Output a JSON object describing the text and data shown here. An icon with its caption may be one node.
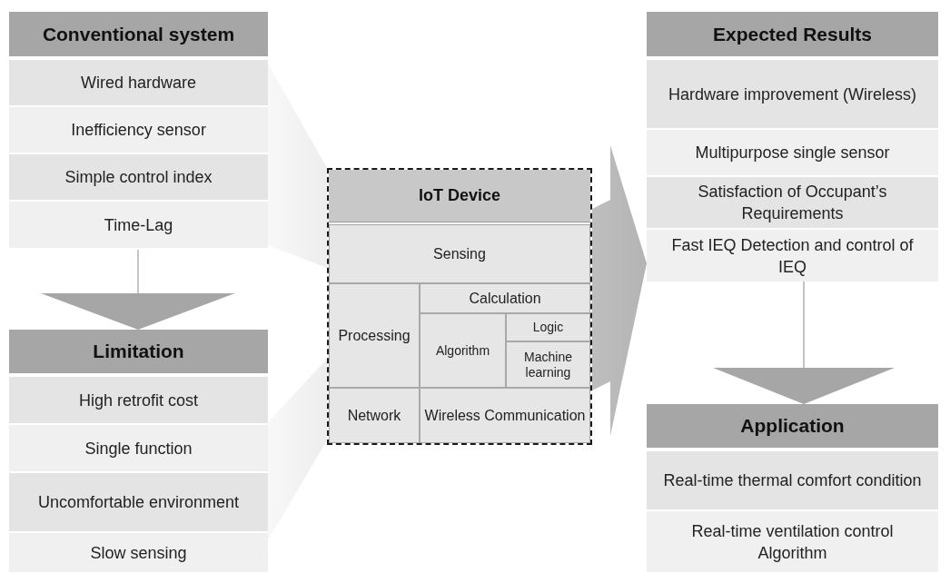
{
  "diagram": {
    "nodes": [
      {
        "text": [
          "Conventional system"
        ]
      },
      {
        "text": [
          "Wired hardware"
        ],
        "in": 0
      },
      {
        "text": [
          "Inefficiency sensor"
        ],
        "in": 0
      },
      {
        "text": [
          "Simple control index"
        ],
        "in": 0
      },
      {
        "text": [
          "Time-Lag"
        ],
        "in": 0
      },
      {
        "text": [
          "Limitation"
        ]
      },
      {
        "text": [
          "High retrofit cost"
        ],
        "in": 5
      },
      {
        "text": [
          "Single function"
        ],
        "in": 5
      },
      {
        "text": [
          "Uncomfortable environment"
        ],
        "in": 5
      },
      {
        "text": [
          "Slow sensing"
        ],
        "in": 5
      },
      {
        "text": [
          "IoT Device"
        ]
      },
      {
        "text": [
          "Sensing"
        ],
        "in": 10
      },
      {
        "text": [
          "Processing"
        ],
        "in": 10
      },
      {
        "text": [
          "Calculation"
        ],
        "in": 10
      },
      {
        "text": [
          "Algorithm"
        ],
        "in": 10
      },
      {
        "text": [
          "Logic"
        ],
        "in": 10
      },
      {
        "text": [
          "Machine learning"
        ],
        "in": 10
      },
      {
        "text": [
          "Network"
        ],
        "in": 10
      },
      {
        "text": [
          "Wireless Communication"
        ],
        "in": 10
      },
      {
        "text": [
          "Expected Results"
        ]
      },
      {
        "text": [
          "Hardware improvement (Wireless)"
        ],
        "in": 19
      },
      {
        "text": [
          "Multipurpose single sensor"
        ],
        "in": 19
      },
      {
        "text": [
          "Satisfaction of Occupant’s Requirements"
        ],
        "in": 19
      },
      {
        "text": [
          "Fast IEQ Detection and control of IEQ"
        ],
        "in": 19
      },
      {
        "text": [
          "Application"
        ]
      },
      {
        "text": [
          "Real-time thermal comfort condition"
        ],
        "in": 24
      },
      {
        "text": [
          "Real-time ventilation control Algorithm"
        ],
        "in": 24
      }
    ],
    "edges": [
      {
        "from": 0,
        "to": 5,
        "arrow": "to"
      },
      {
        "from": 0,
        "to": 10,
        "arrow": "none"
      },
      {
        "from": 5,
        "to": 10,
        "arrow": "none"
      },
      {
        "from": 10,
        "to": 19,
        "arrow": "to"
      },
      {
        "from": 19,
        "to": 24,
        "arrow": "to"
      }
    ]
  }
}
